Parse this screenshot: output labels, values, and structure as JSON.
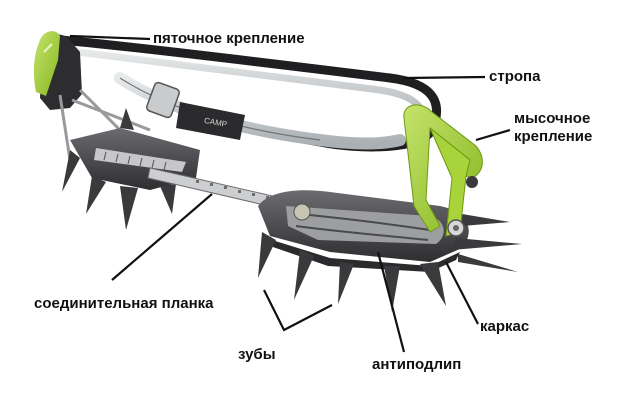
{
  "labels": {
    "heel_binding": "пяточное крепление",
    "strap": "стропа",
    "toe_binding": "мысочное\nкрепление",
    "connecting_bar": "соединительная планка",
    "frame": "каркас",
    "teeth": "зубы",
    "antisnow": "антиподлип"
  },
  "brand_mark": "CAMP",
  "colors": {
    "lime": "#9ccc2f",
    "dark_metal": "#3d3d40",
    "steel": "#8a8a8d",
    "strap_gray": "#cfd2d4",
    "black": "#111111"
  }
}
